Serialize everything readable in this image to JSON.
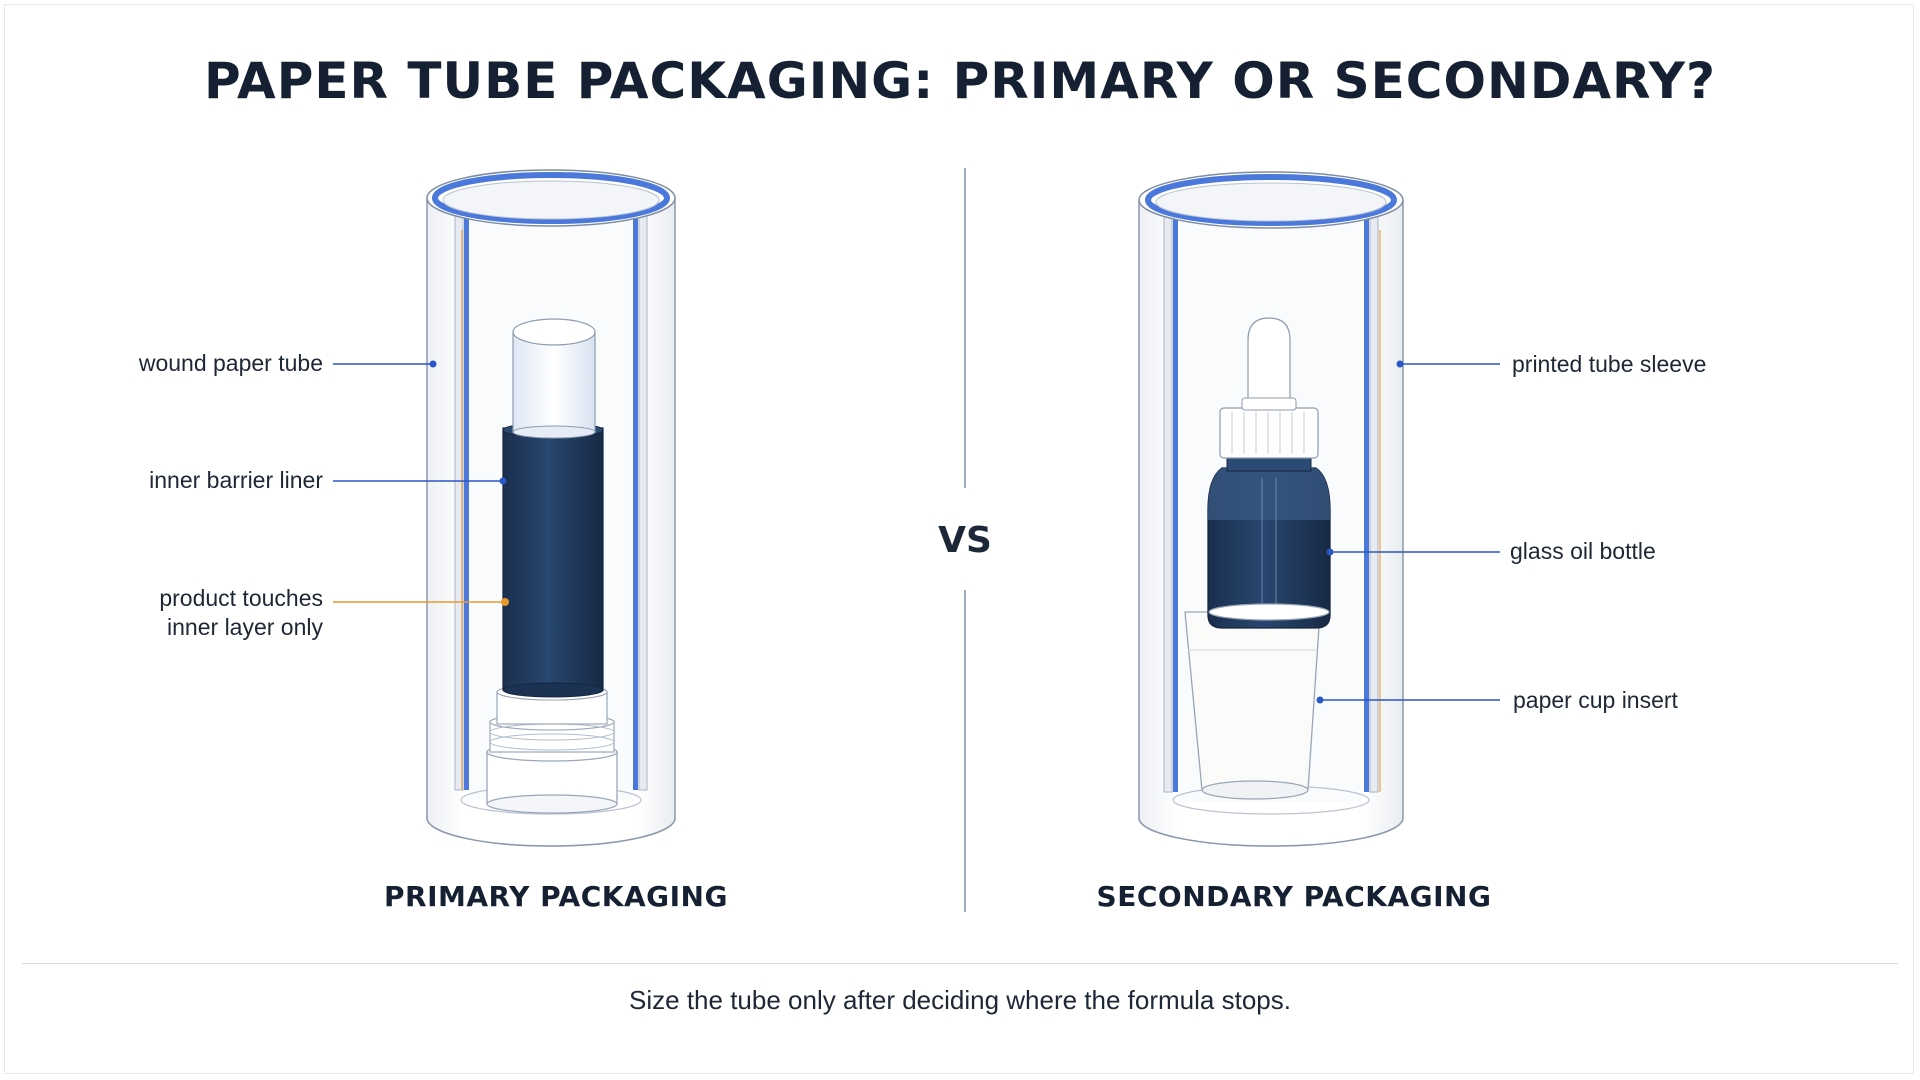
{
  "title": "PAPER TUBE PACKAGING: PRIMARY OR SECONDARY?",
  "divider_text": "VS",
  "left_panel": {
    "heading": "PRIMARY PACKAGING",
    "labels": {
      "wound_tube": "wound paper tube",
      "barrier_liner": "inner barrier liner",
      "product_touch_line1": "product touches",
      "product_touch_line2": "inner layer only"
    }
  },
  "right_panel": {
    "heading": "SECONDARY PACKAGING",
    "labels": {
      "sleeve": "printed tube sleeve",
      "bottle": "glass oil bottle",
      "cup": "paper cup insert"
    }
  },
  "footer": "Size the tube only after deciding where the formula stops.",
  "colors": {
    "navy": "#1f3a5f",
    "liner_blue": "#3b6fd8",
    "accent_orange": "#e89a2c",
    "leader_blue": "#2a56c6",
    "tube_white": "#fbfcfd"
  }
}
